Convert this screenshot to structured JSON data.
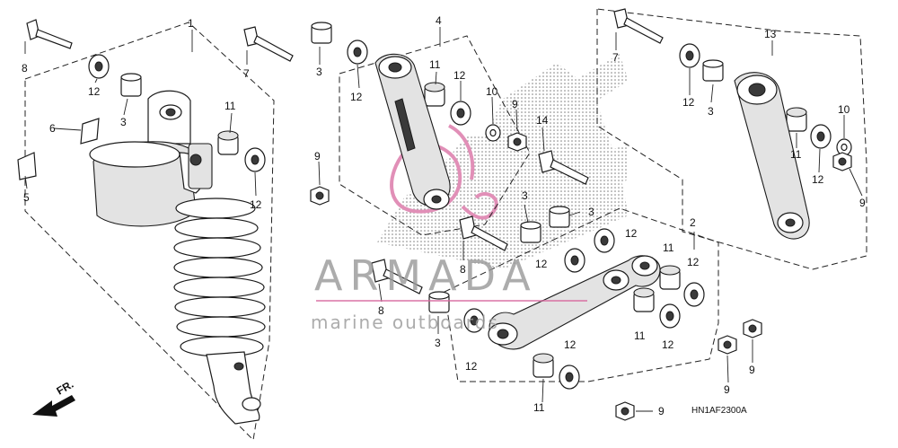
{
  "diagram": {
    "code": "HN1AF2300A",
    "direction_label": "FR.",
    "watermark": {
      "brand": "ARMADA",
      "tagline": "marine outboards"
    },
    "callouts": {
      "c1": "1",
      "c2": "2",
      "c3": "3",
      "c4": "4",
      "c5": "5",
      "c6": "6",
      "c7": "7",
      "c8": "8",
      "c9": "9",
      "c10": "10",
      "c11": "11",
      "c12": "12",
      "c13": "13",
      "c14": "14"
    }
  }
}
